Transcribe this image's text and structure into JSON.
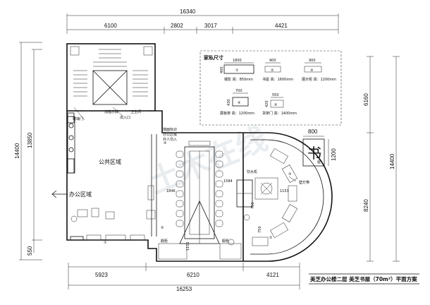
{
  "dimensions": {
    "top_total": "16340",
    "top_segments": [
      "6100",
      "2802",
      "3017",
      "4421"
    ],
    "bottom_segments": [
      "5923",
      "6210",
      "4121"
    ],
    "bottom_total": "16253",
    "left_total": "14400",
    "left_inner": "13850",
    "left_small": "550",
    "right_upper": "6160",
    "right_total": "14400",
    "right_lower": "8240",
    "interior": [
      "1846",
      "1584",
      "1153",
      "750",
      "750",
      "1111",
      "1200",
      "800"
    ]
  },
  "furniture_panel": {
    "title": "家私尺寸",
    "widths": [
      "1800",
      "900",
      "900",
      "700",
      "550"
    ],
    "heights": [
      "400",
      "430",
      "420"
    ],
    "labels": {
      "item1": "镂影 高：850mm",
      "item2": "书屋 高：1600mm",
      "item3": "展示柜 高：1200mm",
      "item4": "展板架 高：1200mm",
      "item5": "货架门 高：1400mm"
    }
  },
  "rooms": {
    "public_area": "公共区域",
    "office_area": "办公区域",
    "bookstore_mark": "书",
    "bookstore_sub": "屋",
    "water_stand": "饮水机",
    "wall_lamp": "壁灯带",
    "cabinet_a": "橱柜",
    "cabinet_b": "橱柜"
  },
  "notes": {
    "door_note": "玻璃门",
    "guide_note": "加指示牌",
    "sign_note": "墙面标识",
    "office_zone": "办公区域",
    "visitor_note": "外人勿入",
    "access_note": "出入口",
    "top_small": "卫生间"
  },
  "markers": [
    "①",
    "②",
    "③",
    "④",
    "⑤"
  ],
  "watermark": "土木在线",
  "title_block": "美芝办公楼二层 美芝书屋（70m²）平面方案"
}
